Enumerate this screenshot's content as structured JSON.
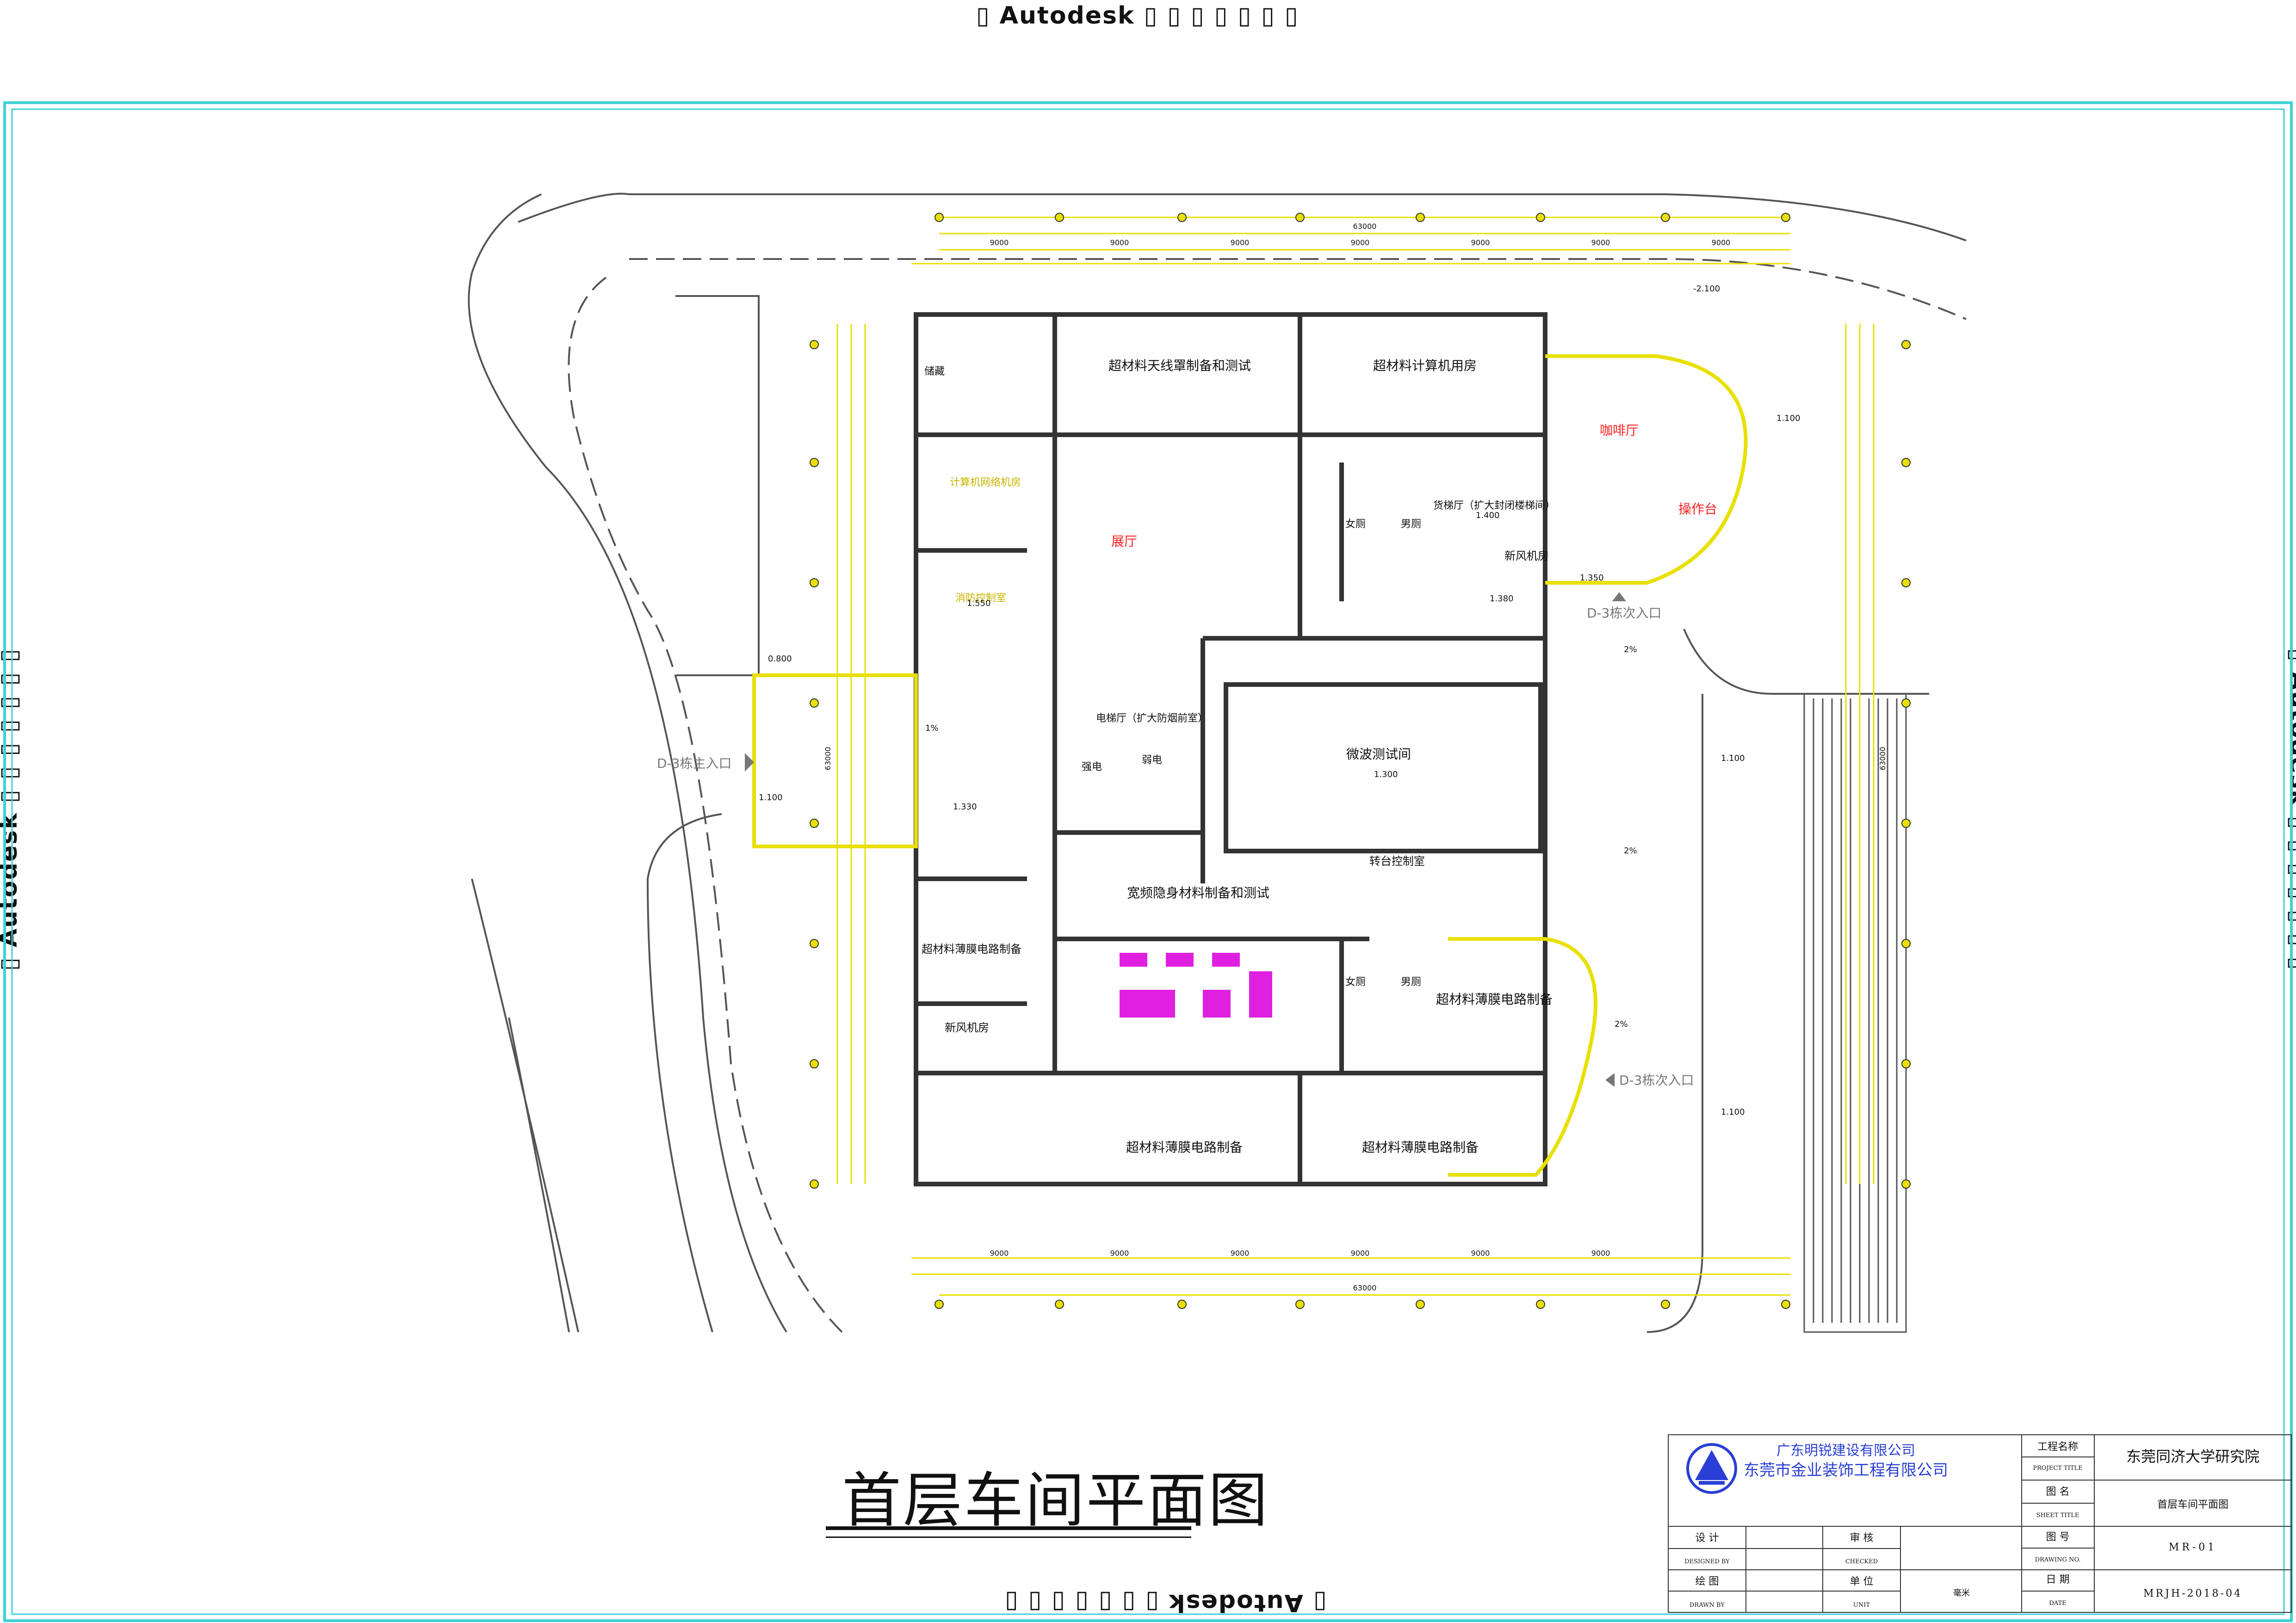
{
  "watermark": "Autodesk",
  "drawing_title": "首层车间平面图",
  "rooms": {
    "r1": "超材料天线罩制备和测试",
    "r2": "超材料计算机用房",
    "r3": "展厅",
    "r4": "咖啡厅",
    "r5": "操作台",
    "r6": "微波测试间",
    "r7": "宽频隐身材料制备和测试",
    "r8": "超材料薄膜电路制备",
    "r9": "超材料薄膜电路制备",
    "r10": "超材料薄膜电路制备",
    "r11": "超材料薄膜电路制备",
    "r12": "新风机房",
    "r13": "新风机房",
    "r14": "转台控制室",
    "r15": "女厕",
    "r16": "男厕",
    "r17": "女厕",
    "r18": "男厕",
    "r19": "储藏",
    "r20": "电梯厅（扩大防烟前室）",
    "r21": "货梯厅（扩大封闭楼梯间）",
    "r22": "计算机网络机房",
    "r23": "消防控制室",
    "r24": "强电",
    "r25": "弱电"
  },
  "entrances": {
    "main": "D-3栋主入口",
    "side1": "D-3栋次入口",
    "side2": "D-3栋次入口"
  },
  "dimensions": {
    "total_top": "63000",
    "total_bottom": "63000",
    "bay": "9000",
    "left_total": "63000",
    "right_total": "63000"
  },
  "levels": [
    "1.100",
    "1.100",
    "1.100",
    "1.100",
    "1.380",
    "1.350",
    "1.400",
    "1.300",
    "1.550",
    "1.330",
    "0.800",
    "-2.100"
  ],
  "slopes": [
    "1%",
    "2%",
    "2%",
    "2%"
  ],
  "title_block": {
    "company1": "广东明锐建设有限公司",
    "company2": "东莞市金业装饰工程有限公司",
    "project_name_label": "工程名称",
    "project_name_en": "PROJECT TITLE",
    "project_name": "东莞同济大学研究院",
    "drawing_name_label": "图  名",
    "drawing_name_en": "SHEET TITLE",
    "drawing_name": "首层车间平面图",
    "drawing_no_label": "图  号",
    "drawing_no_en": "DRAWING NO.",
    "drawing_no": "MR-01",
    "date_label": "日  期",
    "date_en": "DATE",
    "date": "MRJH-2018-04",
    "design_label": "设  计",
    "design_en": "DESIGNED BY",
    "check_label": "审  核",
    "check_en": "CHECKED",
    "draw_label": "绘  图",
    "draw_en": "DRAWN BY",
    "unit_label": "单  位",
    "unit_en": "UNIT",
    "unit_value": "毫米"
  },
  "colors": {
    "frame": "#3fd0d6",
    "wall": "#333333",
    "dim": "#e8e000",
    "accent": "#ff2020",
    "magenta": "#e020e0"
  }
}
